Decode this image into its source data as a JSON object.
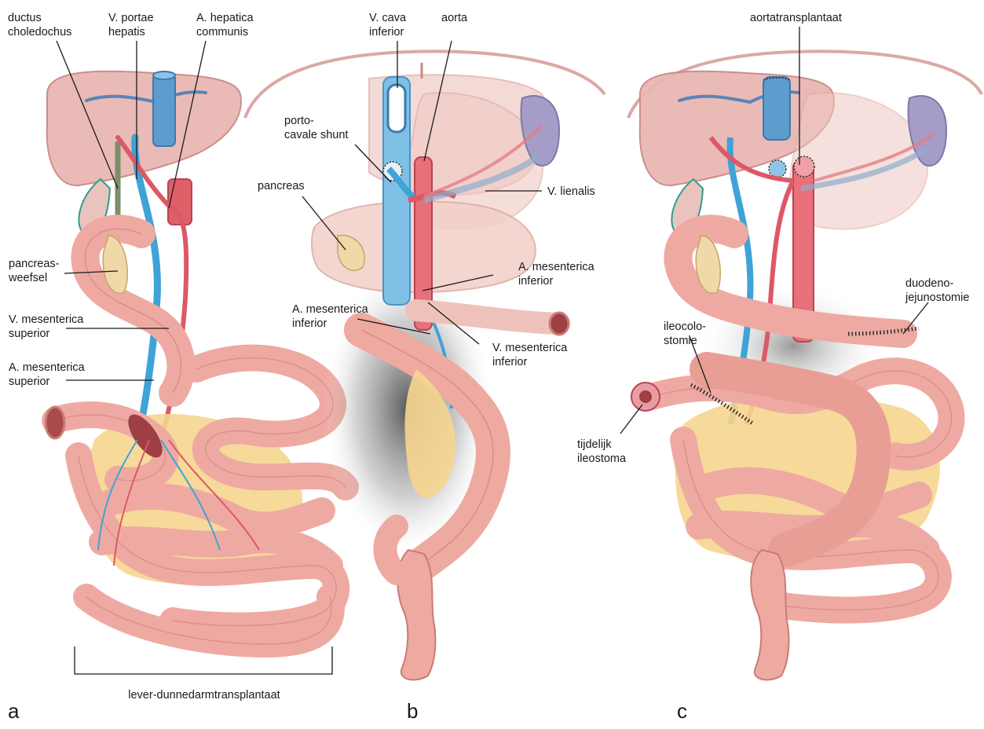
{
  "panels": {
    "a": {
      "letter": "a",
      "labels": {
        "ductus": [
          "ductus",
          "choledochus"
        ],
        "vportae": [
          "V. portae",
          "hepatis"
        ],
        "ahepatica": [
          "A. hepatica",
          "communis"
        ],
        "pancreasweefsel": [
          "pancreas-",
          "weefsel"
        ],
        "vmessup": [
          "V. mesenterica",
          "superior"
        ],
        "amessup": [
          "A. mesenterica",
          "superior"
        ]
      },
      "caption": "lever-dunnedarmtransplantaat"
    },
    "b": {
      "letter": "b",
      "labels": {
        "vcava": [
          "V. cava",
          "inferior"
        ],
        "aorta": [
          "aorta"
        ],
        "portocavale": [
          "porto-",
          "cavale shunt"
        ],
        "pancreas": [
          "pancreas"
        ],
        "vlienalis": [
          "V. lienalis"
        ],
        "amesinf_right": [
          "A. mesenterica",
          "inferior"
        ],
        "amesinf_left": [
          "A. mesenterica",
          "inferior"
        ],
        "vmesinf": [
          "V. mesenterica",
          "inferior"
        ]
      }
    },
    "c": {
      "letter": "c",
      "labels": {
        "aortatransplantaat": [
          "aortatransplantaat"
        ],
        "duodeno": [
          "duodeno-",
          "jejunostomie"
        ],
        "ileocolo": [
          "ileocolo-",
          "stomie"
        ],
        "ileostoma": [
          "tijdelijk",
          "ileostoma"
        ]
      }
    }
  },
  "colors": {
    "liver": "#e8b4b0",
    "liver_outline": "#c98884",
    "bowel": "#eeaaa2",
    "bowel_outline": "#c97c75",
    "fat": "#f6d58f",
    "vein": "#4aa7d8",
    "artery": "#e0606a",
    "ivc": "#6cb7df",
    "spleen": "#9e97c3"
  }
}
